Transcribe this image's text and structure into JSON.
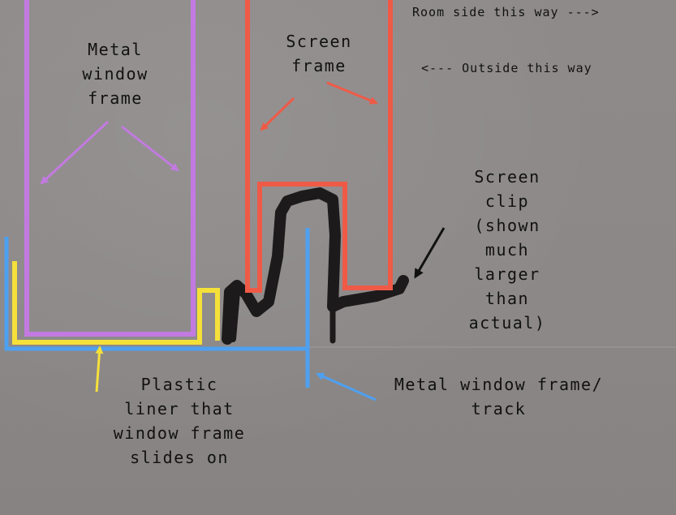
{
  "colors": {
    "background": "#8e8a8a",
    "metal_window_frame": "#c27ae0",
    "screen_frame": "#ef5a47",
    "plastic_liner": "#f5e03a",
    "track": "#4ea0f0",
    "screen_clip": "#1c1a1a",
    "text": "#111111"
  },
  "labels": {
    "metal_window_frame": "Metal\nwindow\nframe",
    "screen_frame": "Screen\nframe",
    "room_side": "Room side this way --->",
    "outside": "<--- Outside this way",
    "screen_clip": "Screen\nclip\n(shown\nmuch\nlarger\nthan\nactual)",
    "plastic_liner": "Plastic\nliner that\nwindow frame\nslides on",
    "metal_track": "Metal window frame/\ntrack"
  }
}
